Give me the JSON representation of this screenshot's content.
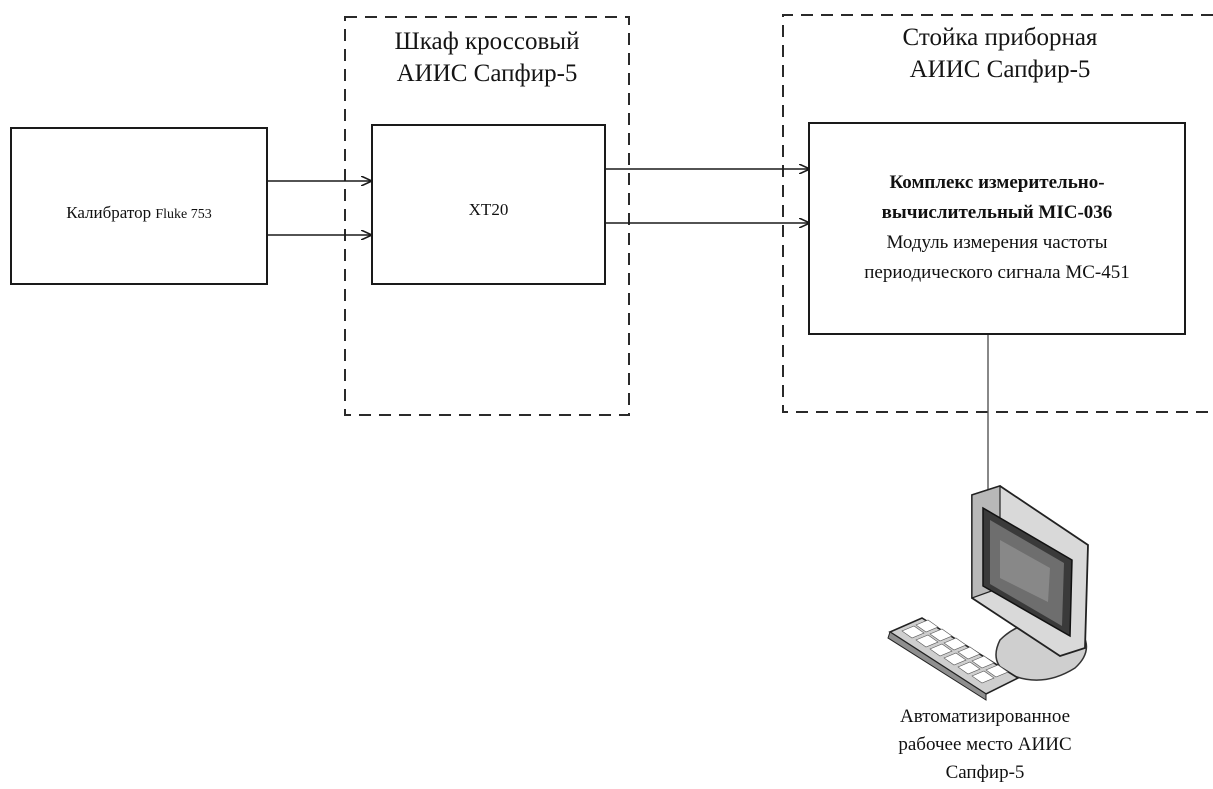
{
  "groups": {
    "cross_cabinet_title_line1": "Шкаф кроссовый",
    "cross_cabinet_title_line2": "АИИС Сапфир-5",
    "instrument_rack_title_line1": "Стойка приборная",
    "instrument_rack_title_line2": "АИИС Сапфир-5"
  },
  "blocks": {
    "calibrator_label": "Калибратор ",
    "calibrator_model": "Fluke 753",
    "xt20_label": "XT20",
    "complex_line1": "Комплекс измерительно-",
    "complex_line2": "вычислительный MIC-036",
    "complex_line3": "Модуль измерения частоты",
    "complex_line4": "периодического сигнала МС-451"
  },
  "workstation": {
    "icon": "computer-workstation-icon",
    "caption_line1": "Автоматизированное",
    "caption_line2": "рабочее место АИИС",
    "caption_line3": "Сапфир-5"
  },
  "colors": {
    "line": "#1a1a1a",
    "dash": "#2a2a2a"
  }
}
